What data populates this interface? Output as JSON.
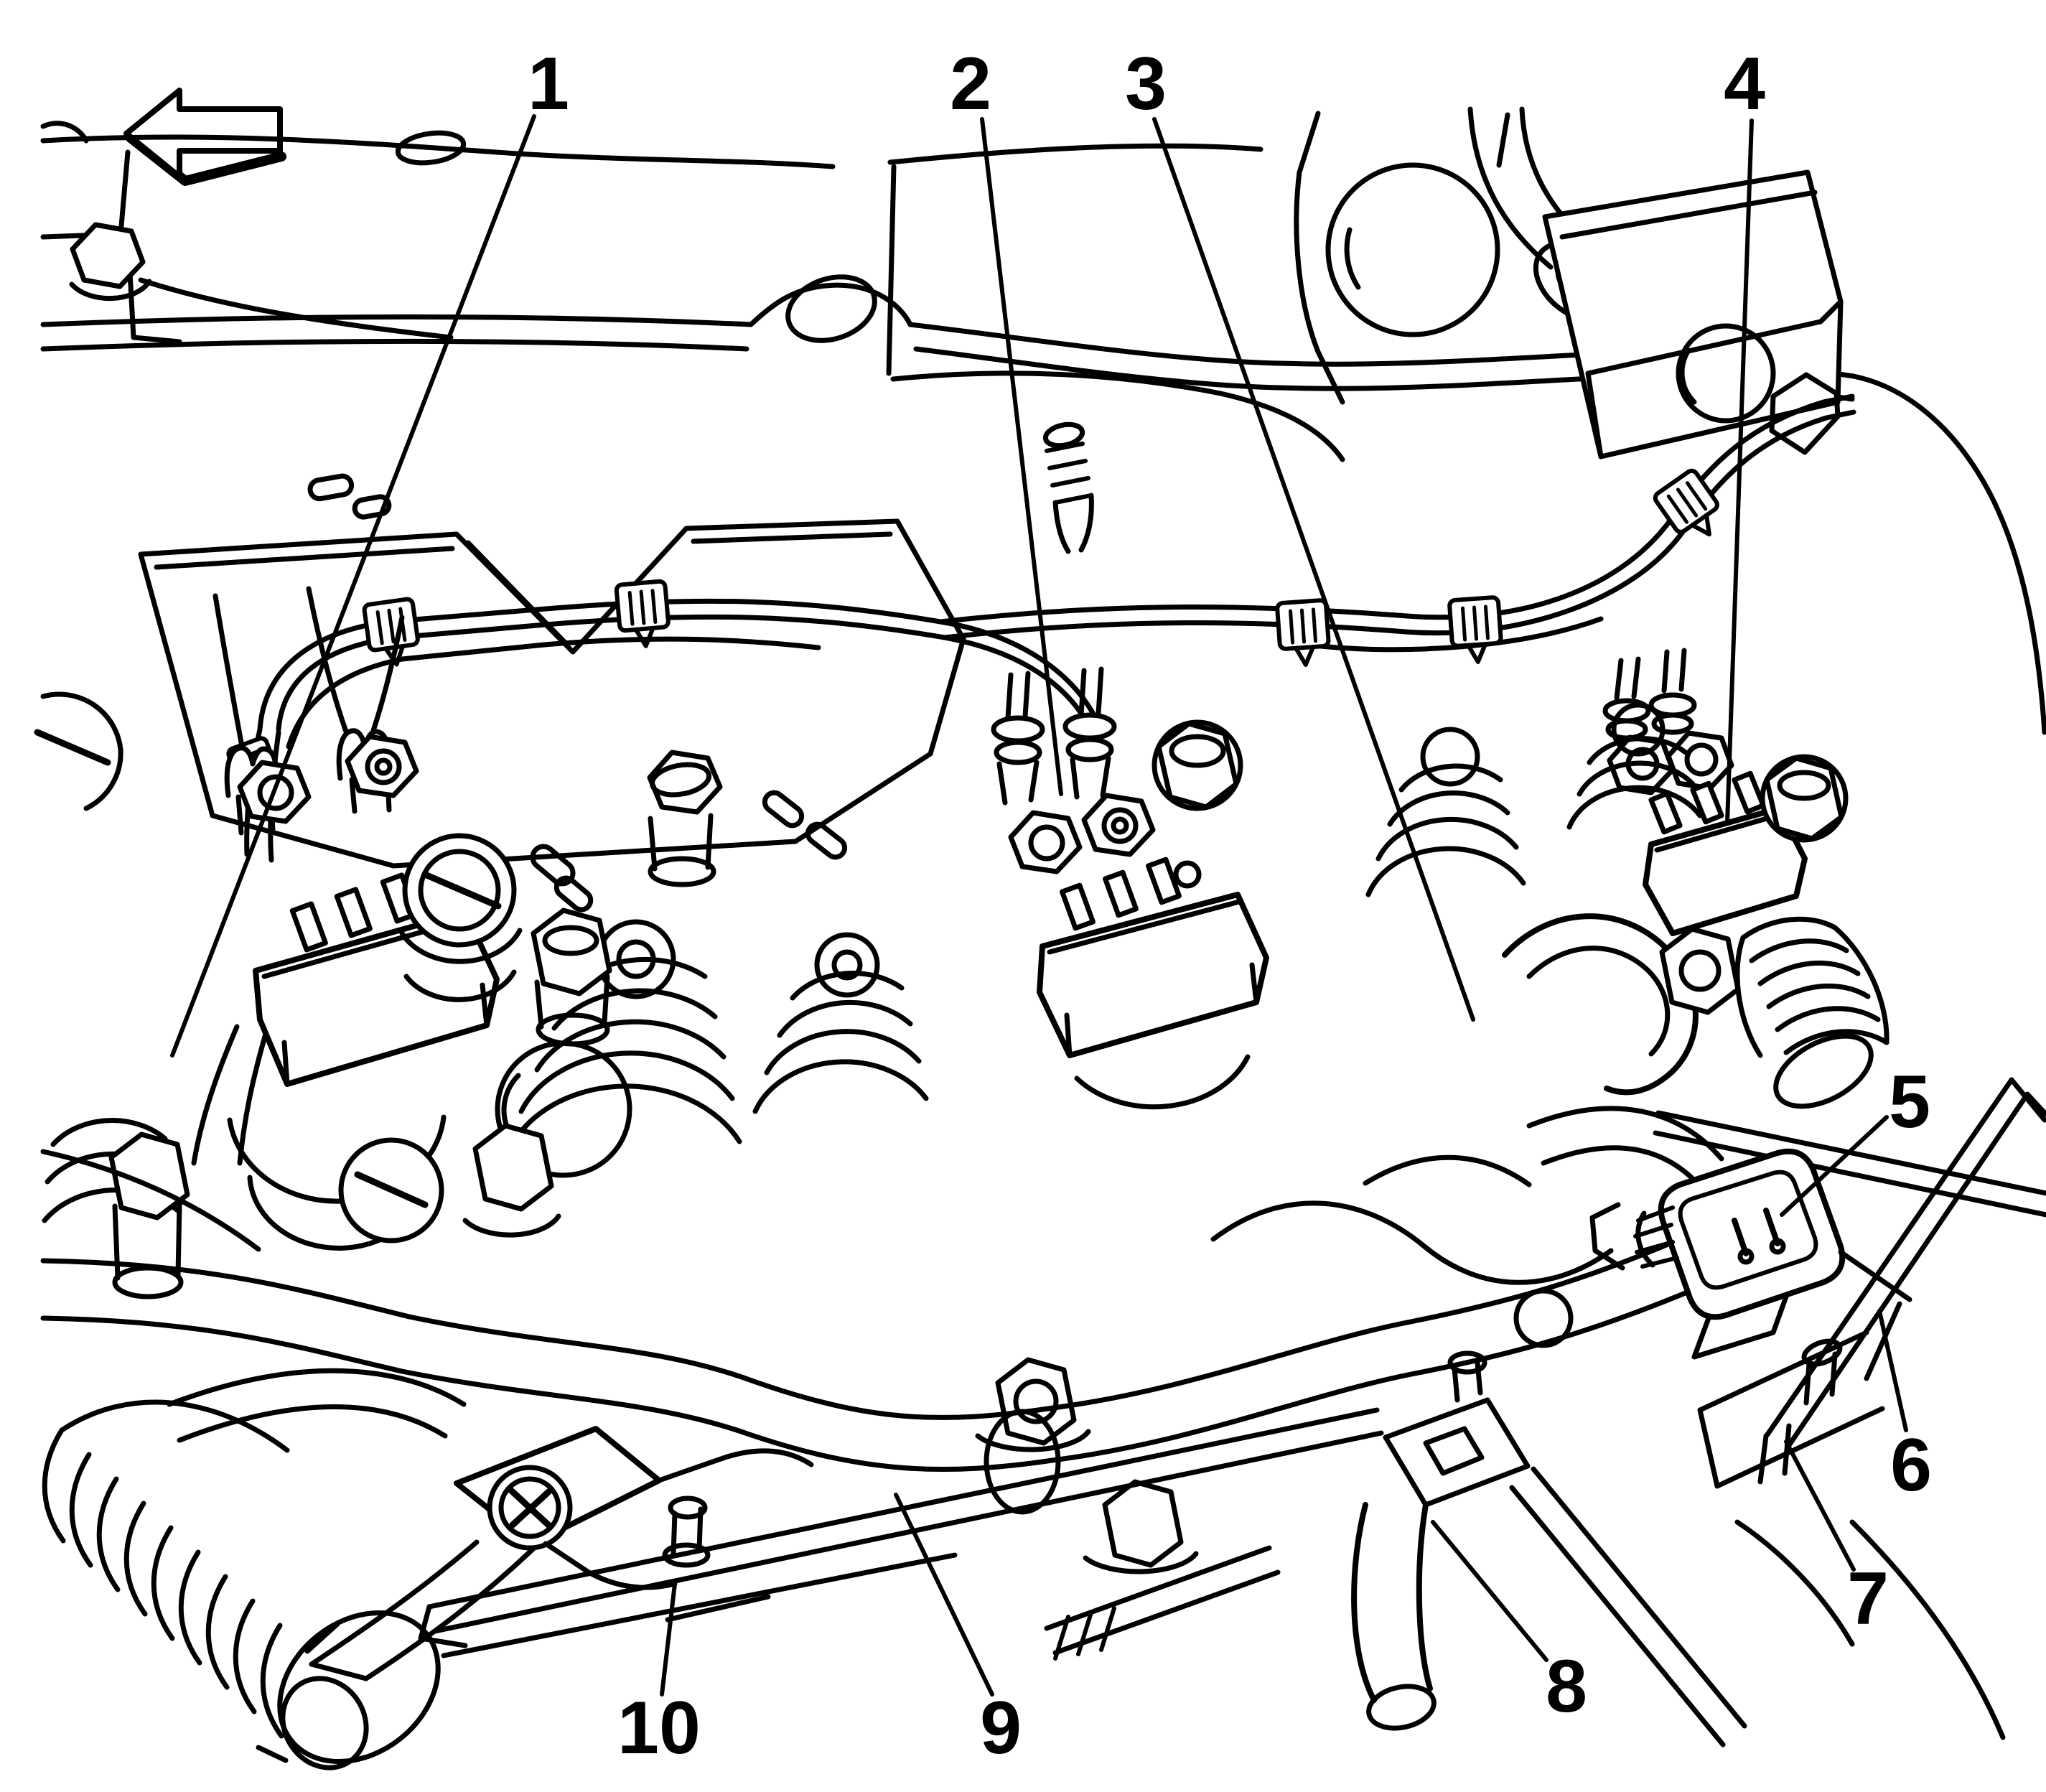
{
  "figure": {
    "description": "engine-top-line-art-illustration",
    "background_color": "#ffffff",
    "line_color": "#000000",
    "orientation_arrow_icon": "left-arrow-icon",
    "callouts": [
      {
        "label": "1"
      },
      {
        "label": "2"
      },
      {
        "label": "3"
      },
      {
        "label": "4"
      },
      {
        "label": "5"
      },
      {
        "label": "6"
      },
      {
        "label": "7"
      },
      {
        "label": "8"
      },
      {
        "label": "9"
      },
      {
        "label": "10"
      }
    ]
  }
}
